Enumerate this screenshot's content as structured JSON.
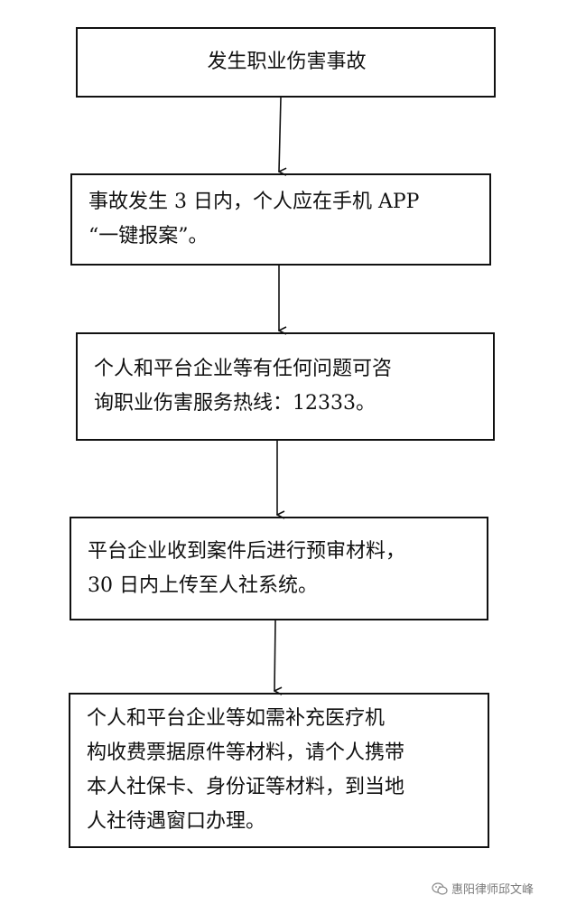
{
  "flowchart": {
    "steps": [
      {
        "lines": [
          "发生职业伤害事故"
        ]
      },
      {
        "lines": [
          "事故发生 3 日内，个人应在手机 APP",
          "“一键报案”。"
        ]
      },
      {
        "lines": [
          "个人和平台企业等有任何问题可咨",
          "询职业伤害服务热线：12333。"
        ]
      },
      {
        "lines": [
          "平台企业收到案件后进行预审材料，",
          "30 日内上传至人社系统。"
        ]
      },
      {
        "lines": [
          "个人和平台企业等如需补充医疗机",
          "构收费票据原件等材料，请个人携带",
          "本人社保卡、身份证等材料，到当地",
          "人社待遇窗口办理。"
        ]
      }
    ]
  },
  "watermark": {
    "icon": "wechat-icon",
    "text": "惠阳律师邱文峰"
  },
  "colors": {
    "line": "#111111",
    "background": "#ffffff",
    "watermark": "#7a7a7a"
  }
}
